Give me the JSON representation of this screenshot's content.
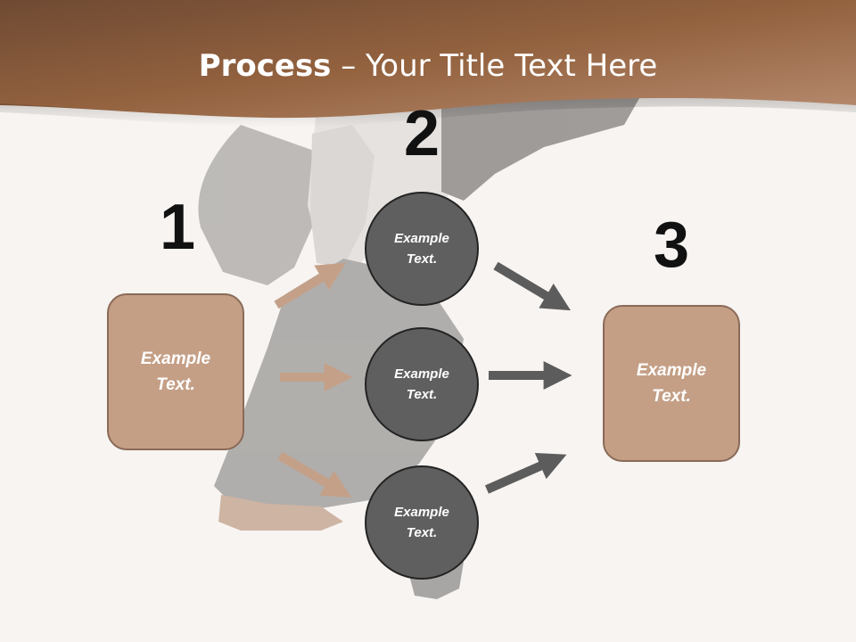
{
  "title": {
    "bold": "Process",
    "rest": " – Your Title Text Here"
  },
  "colors": {
    "header_dark": "#7a5238",
    "header_light": "#b8896a",
    "box_fill": "#c49f86",
    "box_border": "#8a6a58",
    "circle_fill": "#5f5f5f",
    "circle_border": "#232323",
    "arrow_tan": "#c4a088",
    "arrow_gray": "#5c5c5c"
  },
  "steps": [
    {
      "number": "1",
      "label": "Example\nText."
    },
    {
      "number": "2",
      "items": [
        "Example\nText.",
        "Example\nText.",
        "Example\nText."
      ]
    },
    {
      "number": "3",
      "label": "Example\nText."
    }
  ]
}
